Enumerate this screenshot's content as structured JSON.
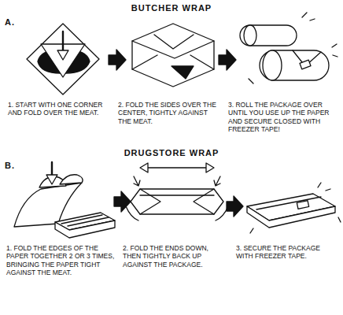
{
  "diagram": {
    "labels": [
      "BUTCHER WRAP",
      "A.",
      "1. START WITH ONE CORNER AND FOLD OVER THE MEAT.",
      "2. FOLD THE SIDES OVER THE CENTER, TIGHTLY AGAINST THE MEAT.",
      "3. ROLL THE PACKAGE OVER UNTIL YOU USE UP THE PAPER AND SECURE CLOSED WITH FREEZER TAPE!",
      "DRUGSTORE WRAP",
      "B.",
      "1. FOLD THE EDGES OF THE PAPER TOGETHER 2 OR 3 TIMES, BRINGING THE PAPER TIGHT AGAINST THE MEAT.",
      "2. FOLD THE ENDS DOWN, THEN TIGHTLY BACK UP AGAINST THE PACKAGE.",
      "3. SECURE THE PACKAGE WITH FREEZER TAPE."
    ]
  }
}
